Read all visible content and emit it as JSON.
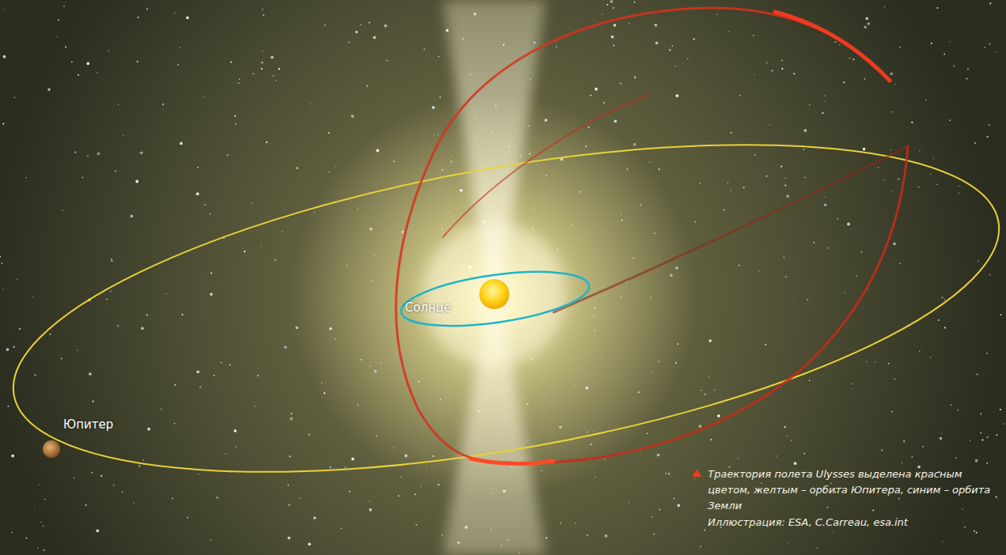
{
  "diagram": {
    "caption": "Траектория полета Ulysses выделена красным цветом, желтым – орбита Юпитера, синим – орбита Земли",
    "labels": [
      "Солнце",
      "Юпитер",
      "Иллюстрация: ESA, C.Carreau, esa.int"
    ]
  }
}
